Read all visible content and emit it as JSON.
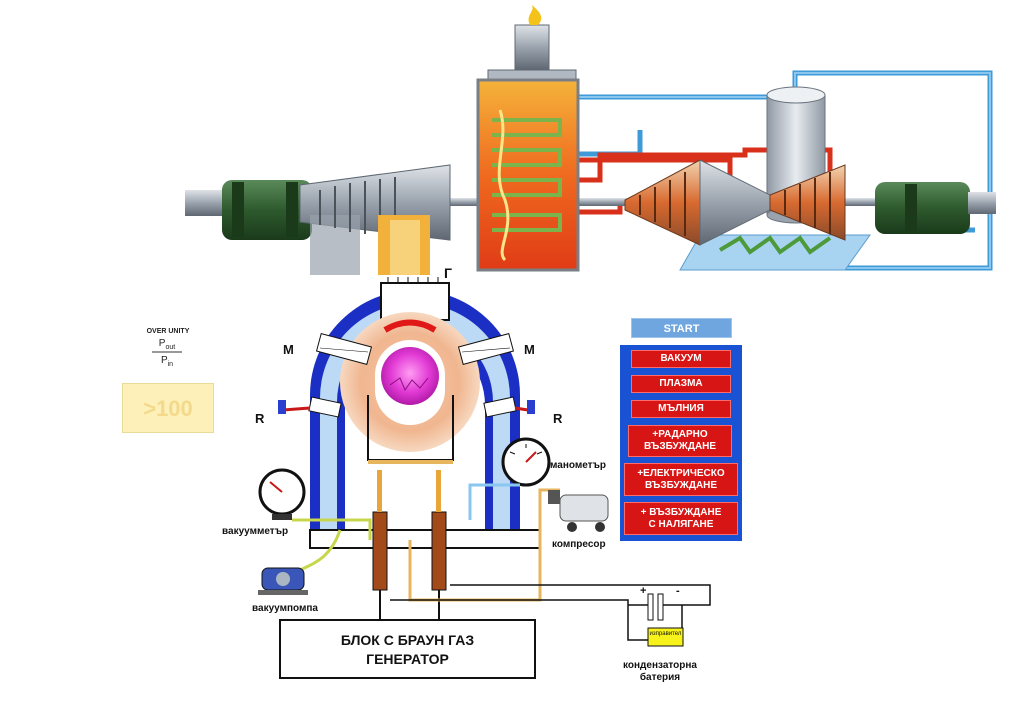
{
  "controls": {
    "start_label": "START",
    "menu": [
      {
        "line1": "ВАКУУМ",
        "line2": ""
      },
      {
        "line1": "ПЛАЗМА",
        "line2": ""
      },
      {
        "line1": "МЪЛНИЯ",
        "line2": ""
      },
      {
        "line1": "+РАДАРНО",
        "line2": "ВЪЗБУЖДАНЕ"
      },
      {
        "line1": "+ЕЛЕКТРИЧЕСКО",
        "line2": "ВЪЗБУЖДАНЕ"
      },
      {
        "line1": "+  ВЪЗБУЖДАНЕ",
        "line2": "С НАЛЯГАНЕ"
      }
    ]
  },
  "ratio": {
    "caption": "OVER UNITY",
    "numerator": "P",
    "numerator_sub": "out",
    "denominator": "P",
    "denominator_sub": "in",
    "value": ">100"
  },
  "labels": {
    "m_left": "M",
    "m_right": "M",
    "r_left": "R",
    "r_right": "R",
    "vacuum_gauge": "вакуумметър",
    "vacuum_pump": "вакуумпомпа",
    "manometer": "манометър",
    "compressor": "компресор",
    "generator_line1": "БЛОК С БРАУН ГАЗ",
    "generator_line2": "ГЕНЕРАТОР",
    "rectifier": "изправител",
    "capacitor_line1": "кондензаторна",
    "capacitor_line2": "батерия",
    "battery_plus": "+",
    "battery_minus": "-",
    "cut_letter": "Г"
  },
  "colors": {
    "start": "#6fa6df",
    "panel": "#1a52d4",
    "button": "#d81515",
    "chamber_shell": "#1b2fc4",
    "chamber_inner": "#bcd9f5",
    "plasma": "#e23bd5",
    "pipe_blue": "#3f9ad8",
    "pipe_red": "#d8301b",
    "motor_green": "#2e5a2e"
  }
}
